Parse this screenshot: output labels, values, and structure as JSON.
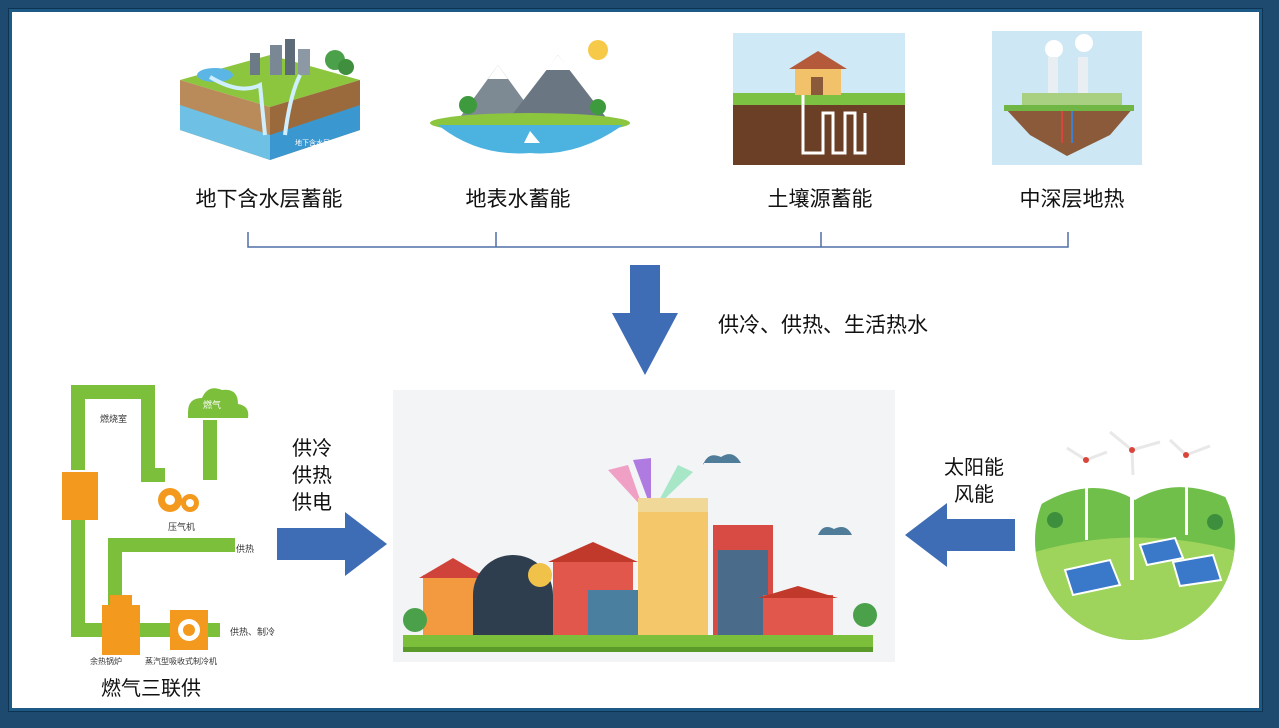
{
  "sources": [
    {
      "label": "地下含水层蓄能",
      "icon": "underground-aquifer-icon",
      "inner_text": "地下含水层"
    },
    {
      "label": "地表水蓄能",
      "icon": "surface-water-icon"
    },
    {
      "label": "土壤源蓄能",
      "icon": "soil-source-icon"
    },
    {
      "label": "中深层地热",
      "icon": "deep-geothermal-icon"
    }
  ],
  "down_arrow_label": "供冷、供热、生活热水",
  "left_arrow_label": [
    "供冷",
    "供热",
    "供电"
  ],
  "right_arrow_label": [
    "太阳能",
    "风能"
  ],
  "cchp": {
    "title": "燃气三联供",
    "labels": {
      "gas": "燃气",
      "combustion": "燃烧室",
      "compressor": "压气机",
      "heat": "供热",
      "heat_cool": "供热、制冷",
      "boiler": "余热锅炉",
      "chiller": "蒸汽型吸收式制冷机"
    }
  },
  "colors": {
    "arrow": "#3f6db5",
    "green": "#7cbf3a",
    "orange": "#f39a1e",
    "border": "#1e5a86"
  }
}
